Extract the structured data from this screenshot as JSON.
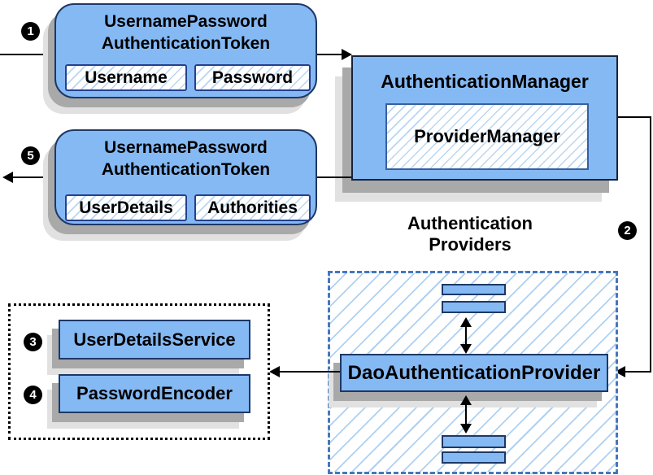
{
  "steps": [
    "1",
    "2",
    "3",
    "4",
    "5"
  ],
  "request_token": {
    "title_line1": "UsernamePassword",
    "title_line2": "AuthenticationToken",
    "fields": [
      "Username",
      "Password"
    ]
  },
  "authentication_manager": {
    "title": "AuthenticationManager",
    "inner_box": "ProviderManager"
  },
  "result_token": {
    "title_line1": "UsernamePassword",
    "title_line2": "AuthenticationToken",
    "fields": [
      "UserDetails",
      "Authorities"
    ]
  },
  "providers": {
    "heading_line1": "Authentication",
    "heading_line2": "Providers",
    "main_provider": "DaoAuthenticationProvider"
  },
  "services": {
    "items": [
      "UserDetailsService",
      "PasswordEncoder"
    ]
  },
  "colors": {
    "box_fill": "#85b9f4",
    "box_border": "#1d3866",
    "hatch_line": "#b9d6f2",
    "dashed_border": "#4577bd",
    "shadow": "#a9a9a9",
    "connector": "#000000"
  }
}
